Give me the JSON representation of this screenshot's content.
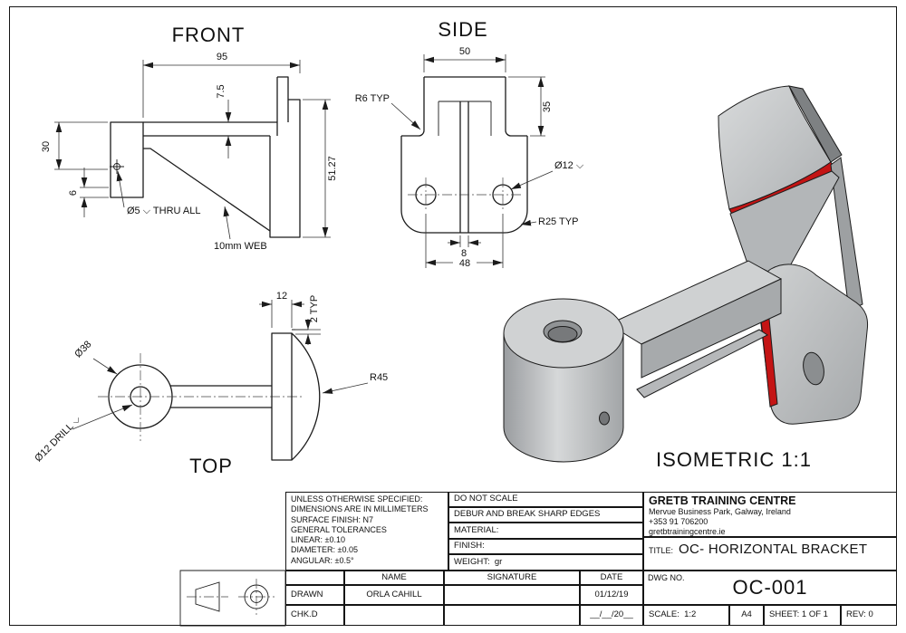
{
  "views": {
    "front": {
      "title": "FRONT",
      "width": "95",
      "flange": "7.5",
      "boss": "30",
      "web_offset": "6",
      "height": "51.27",
      "hole": "Ø5 ⌵ THRU ALL",
      "web": "10mm WEB"
    },
    "side": {
      "title": "SIDE",
      "tab_width": "50",
      "tab_height": "35",
      "fillet": "R6 TYP",
      "hole": "Ø12 ⌵",
      "slot": "8",
      "hole_spacing": "48",
      "corner": "R25 TYP"
    },
    "top": {
      "title": "TOP",
      "plate_thickness": "12",
      "step": "2 TYP",
      "boss_dia": "Ø38",
      "face_radius": "R45",
      "drill": "Ø12 DRILL ⌵"
    },
    "isometric": {
      "title": "ISOMETRIC 1:1"
    }
  },
  "title_block": {
    "notes": [
      "UNLESS OTHERWISE SPECIFIED:",
      "DIMENSIONS ARE IN MILLIMETERS",
      "SURFACE FINISH: N7",
      "GENERAL TOLERANCES",
      "LINEAR: ±0.10",
      "DIAMETER: ±0.05",
      "ANGULAR: ±0.5°"
    ],
    "do_not_scale": "DO NOT SCALE",
    "debur": "DEBUR AND BREAK SHARP EDGES",
    "material_label": "MATERIAL:",
    "finish_label": "FINISH:",
    "weight_label": "WEIGHT:  gr",
    "company": {
      "name": "GRETB TRAINING CENTRE",
      "address": "Mervue Business Park, Galway, Ireland",
      "phone": "+353 91 706200",
      "website": "gretbtrainingcentre.ie"
    },
    "title_label": "TITLE:",
    "title_value": "OC- HORIZONTAL BRACKET",
    "table": {
      "headers": [
        "NAME",
        "SIGNATURE",
        "DATE"
      ],
      "rows": [
        {
          "role": "DRAWN",
          "name": "ORLA CAHILL",
          "signature": "",
          "date": "01/12/19"
        },
        {
          "role": "CHK.D",
          "name": "",
          "signature": "",
          "date": "__/__/20__"
        }
      ]
    },
    "dwg_no_label": "DWG NO.",
    "dwg_no": "OC-001",
    "scale": "SCALE:  1:2",
    "paper": "A4",
    "sheet": "SHEET: 1 OF 1",
    "rev": "REV: 0"
  }
}
